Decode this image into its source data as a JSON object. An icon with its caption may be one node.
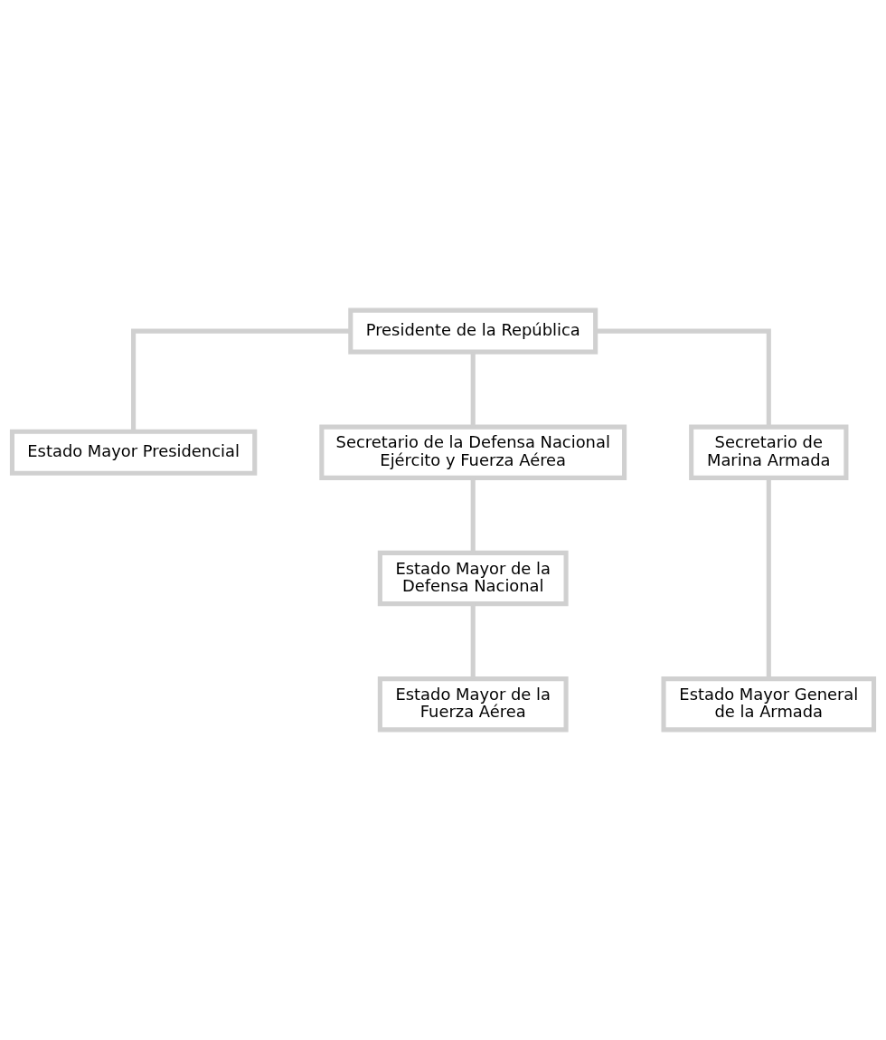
{
  "diagram": {
    "nodes": [
      {
        "text": [
          "Presidente de la República"
        ]
      },
      {
        "text": [
          "Estado Mayor Presidencial"
        ]
      },
      {
        "text": [
          "Secretario de la Defensa Nacional Ejército y Fuerza Aérea"
        ]
      },
      {
        "text": [
          "Secretario de Marina Armada"
        ]
      },
      {
        "text": [
          "Estado Mayor de la Defensa Nacional"
        ]
      },
      {
        "text": [
          "Estado Mayor General de la Armada"
        ]
      },
      {
        "text": [
          "Estado Mayor de la Fuerza Aérea"
        ]
      }
    ],
    "edges": [
      {
        "from": 0,
        "to": 1,
        "arrow": "none"
      },
      {
        "from": 0,
        "to": 2,
        "arrow": "none"
      },
      {
        "from": 0,
        "to": 3,
        "arrow": "none"
      },
      {
        "from": 2,
        "to": 4,
        "arrow": "none"
      },
      {
        "from": 4,
        "to": 6,
        "arrow": "none"
      },
      {
        "from": 3,
        "to": 5,
        "arrow": "none"
      }
    ]
  }
}
